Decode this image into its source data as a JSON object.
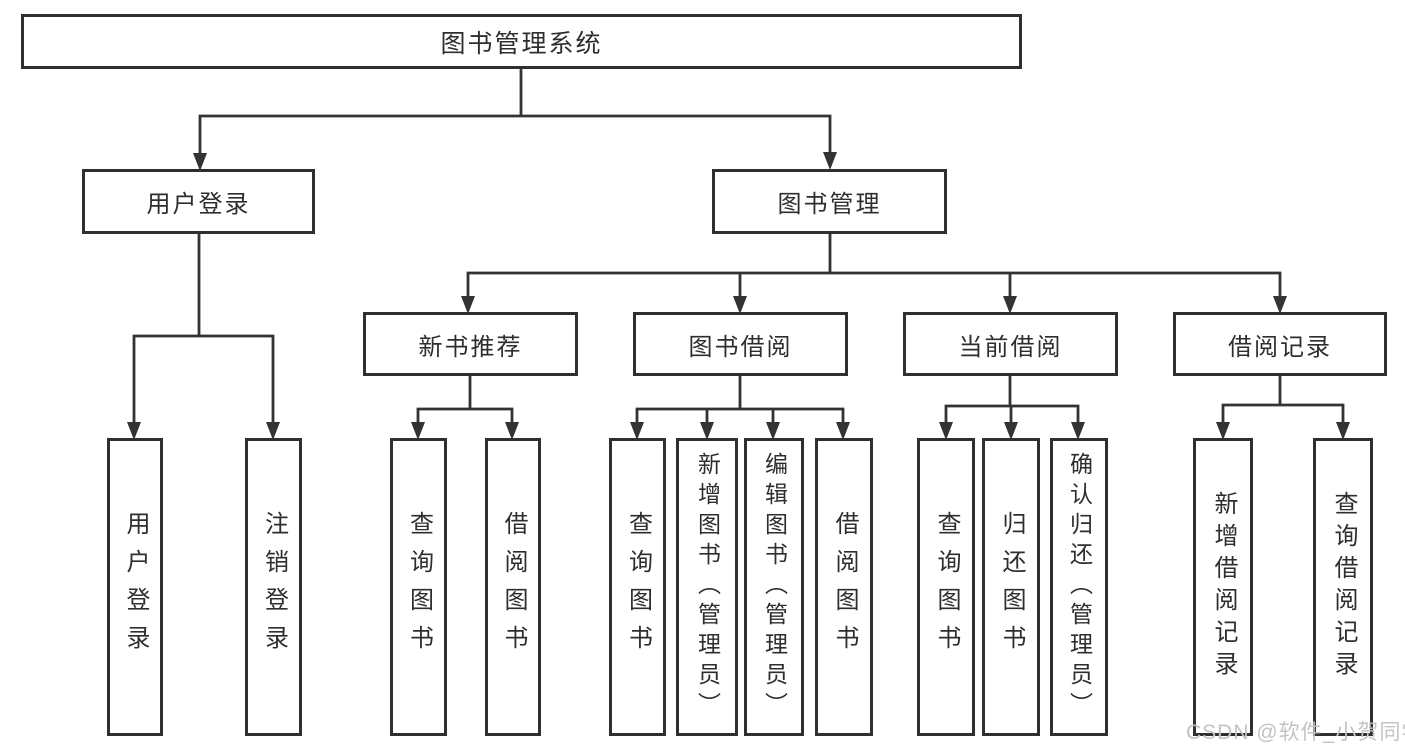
{
  "diagram": {
    "nodes": {
      "root": "图书管理系统",
      "userLogin": "用户登录",
      "bookManagement": "图书管理",
      "newBookRecommend": "新书推荐",
      "bookBorrowing": "图书借阅",
      "currentBorrowing": "当前借阅",
      "borrowingRecords": "借阅记录",
      "leafUserLogin": "用户登录",
      "leafLogout": "注销登录",
      "leafNbrQueryBook": "查询图书",
      "leafNbrBorrowBook": "借阅图书",
      "leafBbQueryBook": "查询图书",
      "leafBbAddBook": "新增图书（管理员）",
      "leafBbEditBook": "编辑图书（管理员）",
      "leafBbBorrowBook": "借阅图书",
      "leafCbQueryBook": "查询图书",
      "leafCbReturnBook": "归还图书",
      "leafCbConfirmReturn": "确认归还（管理员）",
      "leafBrAddRecord": "新增借阅记录",
      "leafBrQueryRecord": "查询借阅记录"
    },
    "watermark": "CSDN @软件_小贺同学",
    "colors": {
      "line": "#333333",
      "border": "#2f2f2f",
      "text": "#2e2e2e",
      "watermark": "#c3c3c3",
      "background": "#ffffff"
    }
  }
}
